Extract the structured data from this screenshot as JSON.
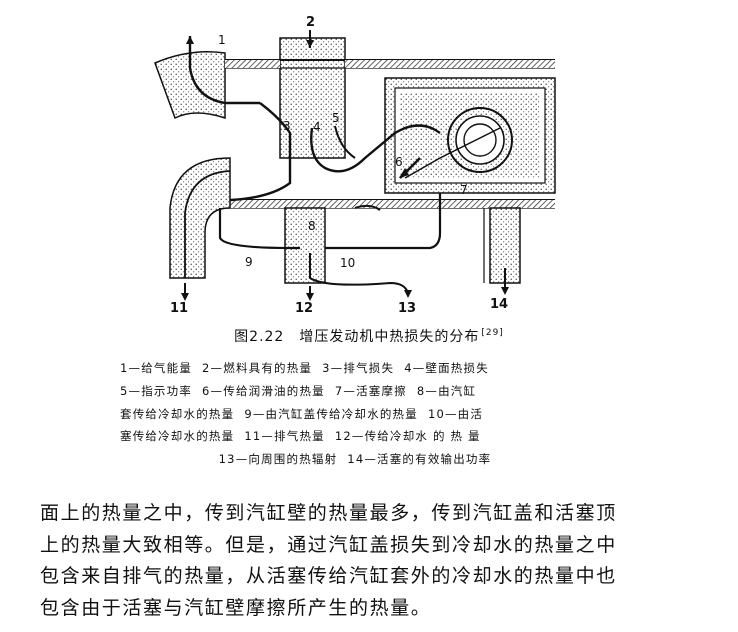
{
  "figure": {
    "labels": [
      "1",
      "2",
      "3",
      "4",
      "5",
      "6",
      "7",
      "8",
      "9",
      "10",
      "11",
      "12",
      "13",
      "14"
    ]
  },
  "caption": {
    "title": "图2.22　增压发动机中热损失的分布",
    "ref": "[29]"
  },
  "legend": {
    "lines": [
      [
        "1—给气能量",
        "2—燃料具有的热量",
        "3—排气损失",
        "4—壁面热损失"
      ],
      [
        "5—指示功率",
        "6—传给润滑油的热量",
        "7—活塞摩擦",
        "8—由汽缸"
      ],
      [
        "套传给冷却水的热量",
        "9—由汽缸盖传给冷却水的热量",
        "10—由活"
      ],
      [
        "塞传给冷却水的热量",
        "11—排气热量",
        "12—传给冷却水 的 热 量"
      ],
      [
        "13—向周围的热辐射",
        "14—活塞的有效输出功率"
      ]
    ]
  },
  "body": {
    "lines": [
      "面上的热量之中，传到汽缸壁的热量最多，传到汽缸盖和活塞顶",
      "上的热量大致相等。但是，通过汽缸盖损失到冷却水的热量之中",
      "包含来自排气的热量，从活塞传给汽缸套外的冷却水的热量中也",
      "包含由于活塞与汽缸壁摩擦所产生的热量。"
    ]
  }
}
